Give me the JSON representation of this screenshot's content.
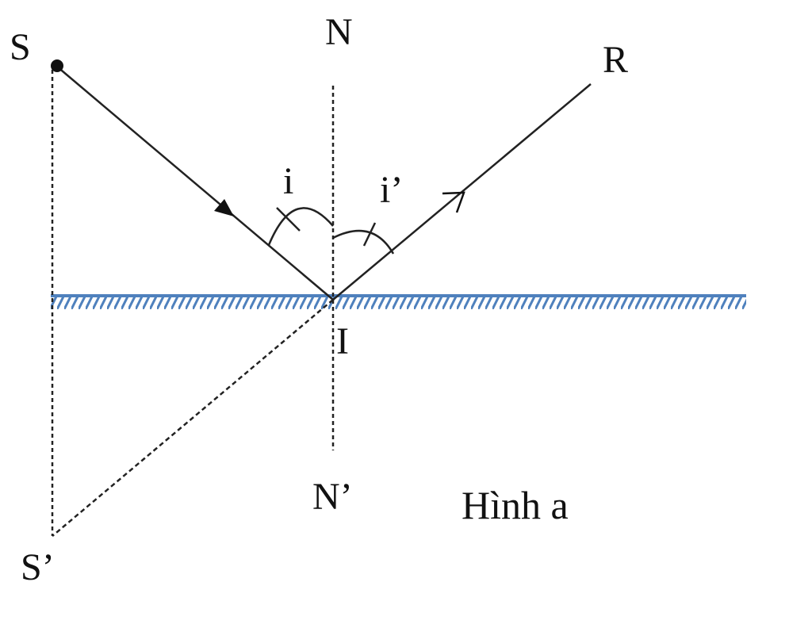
{
  "labels": {
    "source": "S",
    "normal_top": "N",
    "reflected_end": "R",
    "incidence_angle": "i",
    "reflection_angle": "i’",
    "incidence_point": "I",
    "normal_bottom": "N’",
    "image": "S’",
    "caption": "Hình a"
  },
  "colors": {
    "mirror": "#4f81bd",
    "ink": "#111111"
  }
}
